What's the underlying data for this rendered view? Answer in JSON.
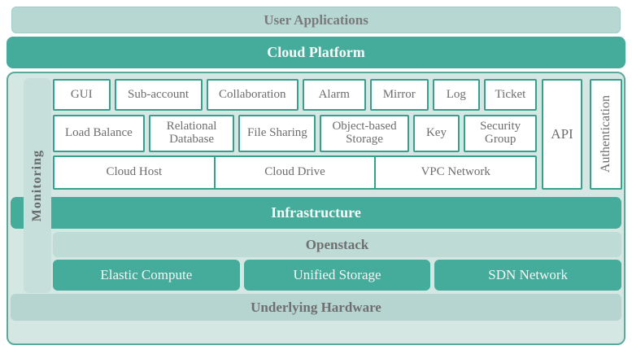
{
  "title_bars": {
    "user_applications": "User Applications",
    "cloud_platform": "Cloud Platform",
    "infrastructure": "Infrastructure",
    "openstack": "Openstack",
    "underlying_hardware": "Underlying Hardware"
  },
  "side_labels": {
    "monitoring": "Monitoring",
    "api": "API",
    "authentication": "Authentication"
  },
  "service_rows": [
    {
      "boxes": [
        {
          "label": "GUI"
        },
        {
          "label": "Sub-account"
        },
        {
          "label": "Collaboration"
        },
        {
          "label": "Alarm"
        },
        {
          "label": "Mirror"
        },
        {
          "label": "Log"
        },
        {
          "label": "Ticket"
        }
      ]
    },
    {
      "boxes": [
        {
          "label": "Load Balance"
        },
        {
          "label": "Relational Database"
        },
        {
          "label": "File Sharing"
        },
        {
          "label": "Object-based Storage"
        },
        {
          "label": "Key"
        },
        {
          "label": "Security Group"
        }
      ]
    },
    {
      "boxes": [
        {
          "label": "Cloud Host"
        },
        {
          "label": "Cloud Drive"
        },
        {
          "label": "VPC Network"
        }
      ]
    }
  ],
  "infrastructure_boxes": [
    {
      "label": "Elastic Compute"
    },
    {
      "label": "Unified Storage"
    },
    {
      "label": "SDN Network"
    }
  ],
  "colors": {
    "teal_dark": "#45ab9a",
    "light_bar": "#b7d7d2",
    "container_bg": "#d4e7e3",
    "container_border": "#5aa99b",
    "monitoring_bg": "#c6dfda",
    "openstack_bg": "#bedbd6",
    "hardware_bg": "#b7d5d0",
    "box_border": "#35a18d",
    "text_gray": "#6d6d6d",
    "text_white": "#f6fbf9"
  }
}
